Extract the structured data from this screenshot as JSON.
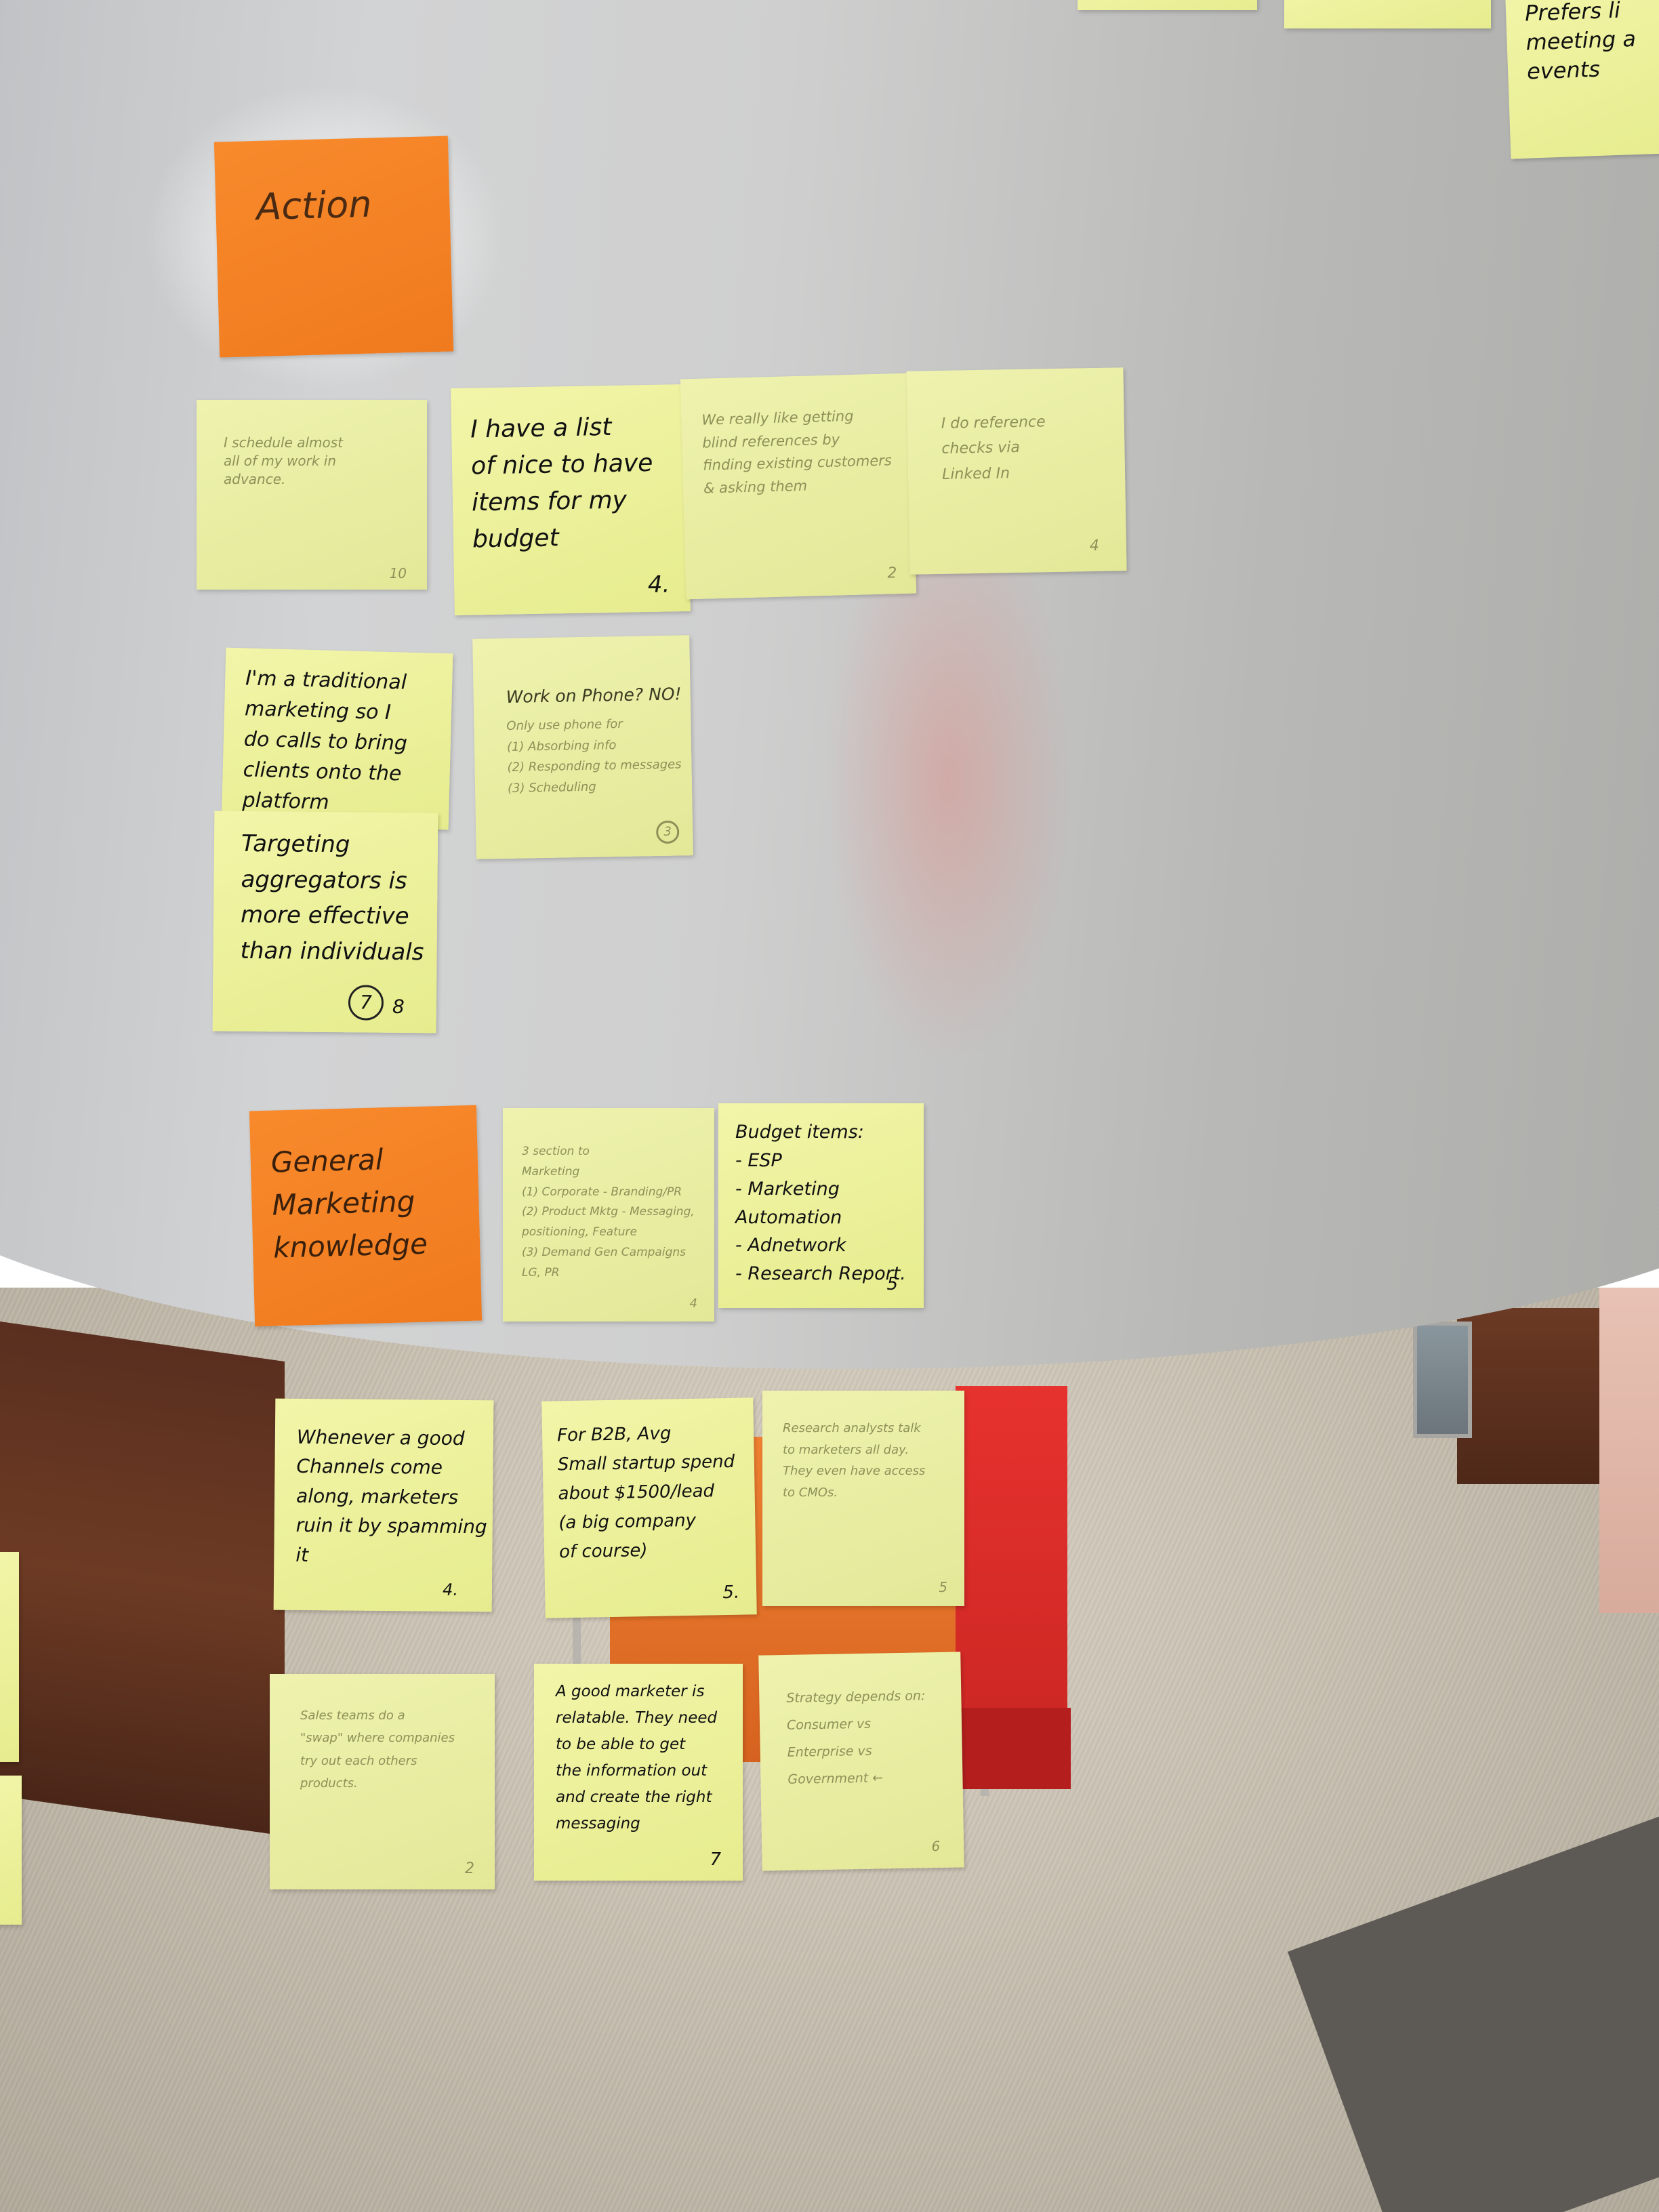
{
  "notes": {
    "action_header": {
      "text": "Action"
    },
    "schedule": {
      "text": "I schedule almost\nall of my work in\nadvance.",
      "number": "10"
    },
    "budget_list": {
      "text": "I have a list\nof nice to have\nitems for my\nbudget",
      "number": "4."
    },
    "blind_references": {
      "text": "We really like getting\nblind references by\nfinding existing customers\n& asking them",
      "number": "2"
    },
    "reference_checks": {
      "text": "I do reference\nchecks via\nLinked In",
      "number": "4"
    },
    "traditional_marketing": {
      "text": "I'm a traditional\nmarketing so I\ndo calls to bring\nclients onto the\nplatform"
    },
    "work_on_phone": {
      "title": "Work on Phone? NO!",
      "text": "Only use phone for\n(1) Absorbing info\n(2) Responding to messages\n(3) Scheduling",
      "number": "3"
    },
    "targeting": {
      "text": "Targeting\naggregators is\nmore effective\nthan individuals",
      "number": "7",
      "side_number": "8"
    },
    "general_header": {
      "text": "General\nMarketing\nknowledge"
    },
    "sections": {
      "text": "3 section to\nMarketing\n(1) Corporate - Branding/PR\n(2) Product Mktg - Messaging,\npositioning, Feature\n(3) Demand Gen Campaigns\nLG, PR",
      "number": "4"
    },
    "budget_items": {
      "text": "Budget items:\n- ESP\n- Marketing Automation\n- Adnetwork\n- Research Report.",
      "number": "5"
    },
    "channels": {
      "text": "Whenever a good\nChannels come\nalong, marketers\nruin it by spamming\nit",
      "number": "4."
    },
    "b2b": {
      "text": "For B2B, Avg\nSmall startup spend\nabout $1500/lead\n(a big company\nof course)",
      "number": "5."
    },
    "research_analysts": {
      "text": "Research analysts talk\nto marketers all day.\nThey even have access\nto CMOs.",
      "number": "5"
    },
    "swap": {
      "text": "Sales teams do a\n\"swap\" where companies\ntry out each others\nproducts.",
      "number": "2"
    },
    "good_marketer": {
      "text": "A good marketer is\nrelatable. They need\nto be able to get\nthe information out\nand create the right\nmessaging",
      "number": "7"
    },
    "strategy": {
      "text": "Strategy depends on:\nConsumer vs\nEnterprise vs\nGovernment ←",
      "number": "6"
    },
    "top_right": {
      "text": "Prefers li\nmeeting a\nevents"
    }
  }
}
